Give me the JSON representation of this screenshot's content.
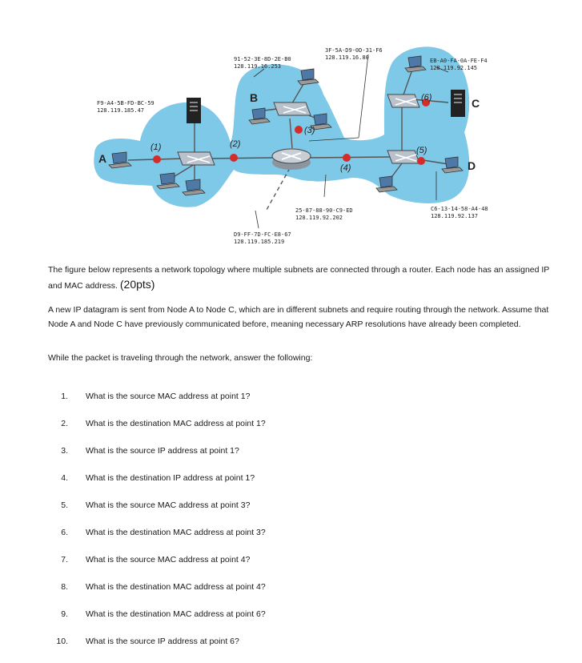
{
  "figure": {
    "nodes": {
      "a": "A",
      "b": "B",
      "c": "C",
      "d": "D"
    },
    "points": {
      "p1": "(1)",
      "p2": "(2)",
      "p3": "(3)",
      "p4": "(4)",
      "p5": "(5)",
      "p6": "(6)"
    },
    "addresses": {
      "a_mac": "F9-A4-5B-FD-BC-59",
      "a_ip": "128.119.185.47",
      "b_mac": "91-52-3E-8D-2E-B0",
      "b_ip": "128.119.16.253",
      "r3_mac": "3F-5A-D9-0D-31-F6",
      "r3_ip": "128.119.16.80",
      "c_mac": "EB-A0-FA-0A-FE-F4",
      "c_ip": "128.119.92.145",
      "r4_mac": "25-87-88-90-C9-ED",
      "r4_ip": "128.119.92.202",
      "r2_mac": "D9-FF-7D-FC-E8-67",
      "r2_ip": "128.119.185.219",
      "d_mac": "C6-13-14-58-A4-48",
      "d_ip": "128.119.92.137"
    },
    "colors": {
      "subnet": "#7ec8e8",
      "point": "#d42b2b",
      "switch": "#b9c2cc",
      "router": "#c7ced6"
    }
  },
  "intro": {
    "text": "The figure below represents a network topology where multiple subnets are connected through a router. Each node has an assigned IP and MAC address.",
    "points": "(20pts)"
  },
  "scenario": "A new IP datagram is sent from Node A to Node C, which are in different subnets and require routing through the network. Assume that Node A and Node C have previously communicated before, meaning necessary ARP resolutions have already been completed.",
  "prompt": "While the packet is traveling through the network, answer the following:",
  "questions": [
    {
      "num": "1.",
      "text": "What is the source MAC address at point 1?"
    },
    {
      "num": "2.",
      "text": "What is the destination MAC address at point 1?"
    },
    {
      "num": "3.",
      "text": "What is the source IP address at point 1?"
    },
    {
      "num": "4.",
      "text": "What is the destination IP address at point 1?"
    },
    {
      "num": "5.",
      "text": "What is the source MAC address at point 3?"
    },
    {
      "num": "6.",
      "text": "What is the destination MAC address at point 3?"
    },
    {
      "num": "7.",
      "text": "What is the source MAC address at point 4?"
    },
    {
      "num": "8.",
      "text": "What is the destination MAC address at point 4?"
    },
    {
      "num": "9.",
      "text": "What is the destination MAC address at point 6?"
    },
    {
      "num": "10.",
      "text": "What is the source IP address at point 6?"
    }
  ]
}
